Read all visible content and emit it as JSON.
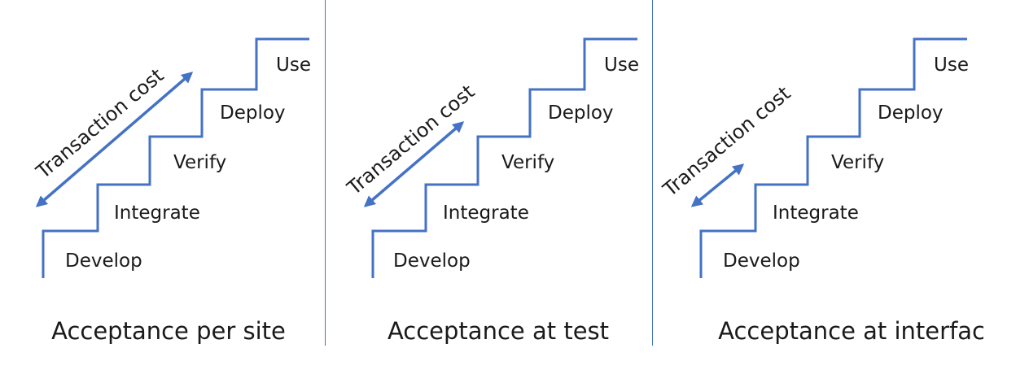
{
  "accent_color": "#4472c4",
  "panels": [
    {
      "caption": "Acceptance per site",
      "cost_label": "Transaction cost",
      "steps": [
        "Develop",
        "Integrate",
        "Verify",
        "Deploy",
        "Use"
      ]
    },
    {
      "caption": "Acceptance at test",
      "cost_label": "Transaction cost",
      "steps": [
        "Develop",
        "Integrate",
        "Verify",
        "Deploy",
        "Use"
      ]
    },
    {
      "caption": "Acceptance at interface",
      "cost_label": "Transaction cost",
      "steps": [
        "Develop",
        "Integrate",
        "Verify",
        "Deploy",
        "Use"
      ]
    }
  ]
}
